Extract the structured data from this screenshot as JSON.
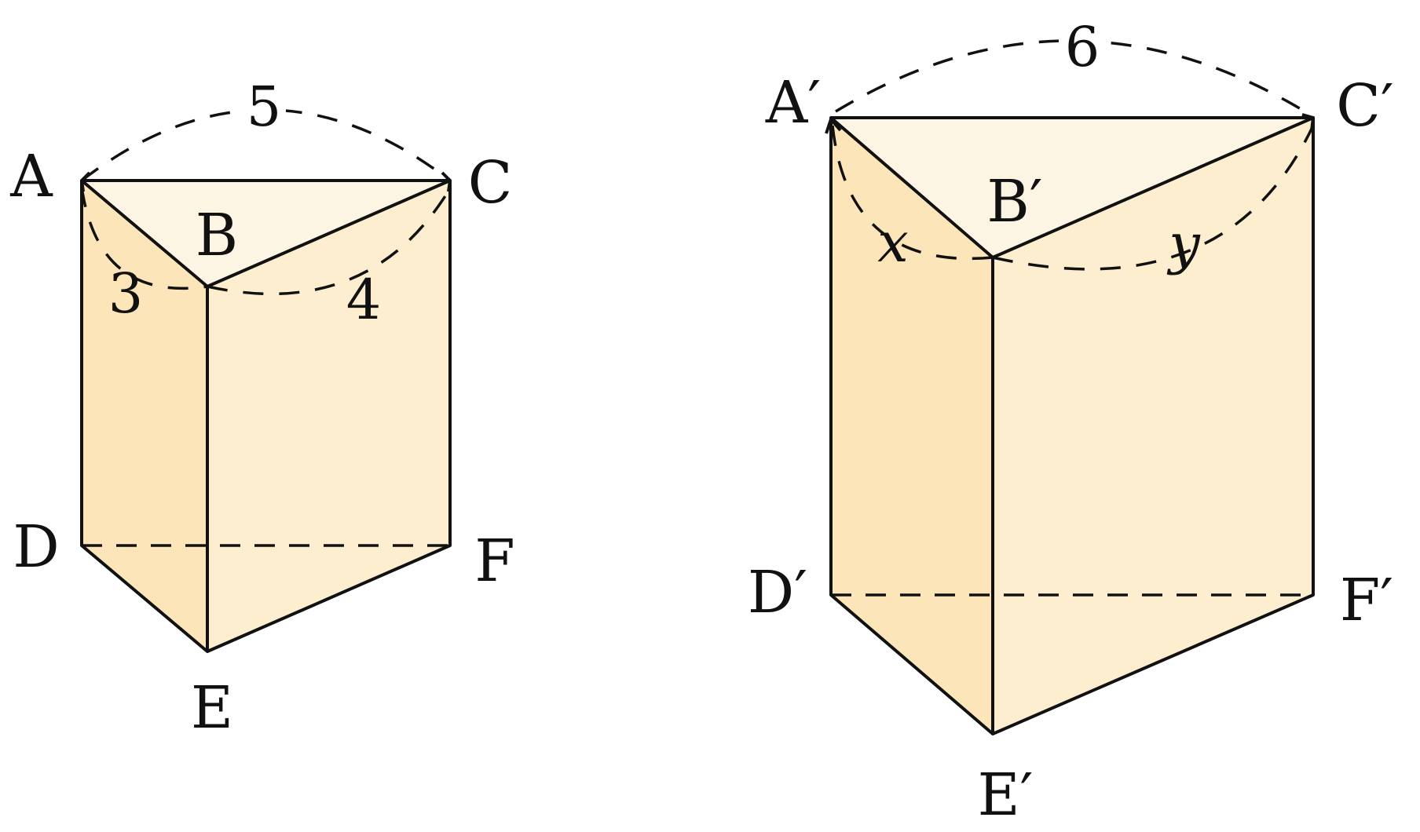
{
  "colors": {
    "top_face": "#fdf5e3",
    "left_face": "#fce5b8",
    "right_face": "#fdeed0",
    "stroke": "#111111",
    "background": "#ffffff"
  },
  "prism_small": {
    "vertices": {
      "A": "A",
      "B": "B",
      "C": "C",
      "D": "D",
      "E": "E",
      "F": "F"
    },
    "measures": {
      "AC": "5",
      "AB": "3",
      "BC": "4"
    }
  },
  "prism_large": {
    "vertices": {
      "A": "A′",
      "B": "B′",
      "C": "C′",
      "D": "D′",
      "E": "E′",
      "F": "F′"
    },
    "measures": {
      "AC": "6",
      "AB": "x",
      "BC": "y"
    }
  }
}
